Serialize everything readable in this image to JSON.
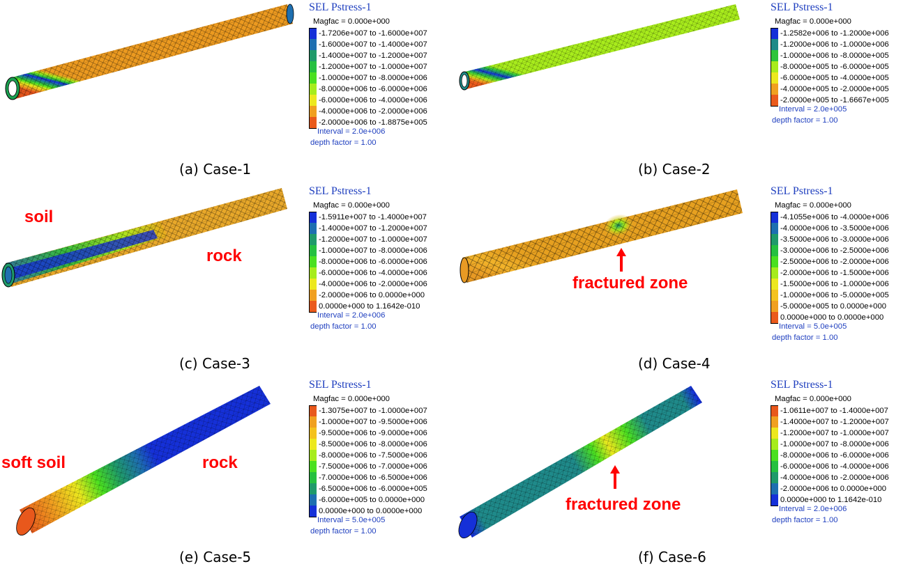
{
  "legend_title": "SEL Pstress-1",
  "magfac": "Magfac = 0.000e+000",
  "depth_factor": "depth factor = 1.00",
  "panels": [
    {
      "caption": "(a) Case-1",
      "interval": "Interval = 2.0e+006",
      "rows": [
        {
          "label": "-1.7206e+007 to -1.6000e+007",
          "color": "#1530d8"
        },
        {
          "label": "-1.6000e+007 to -1.4000e+007",
          "color": "#1e6fb0"
        },
        {
          "label": "-1.4000e+007 to -1.2000e+007",
          "color": "#1f9a6a"
        },
        {
          "label": "-1.2000e+007 to -1.0000e+007",
          "color": "#25c040"
        },
        {
          "label": "-1.0000e+007 to -8.0000e+006",
          "color": "#4ae020"
        },
        {
          "label": "-8.0000e+006 to -6.0000e+006",
          "color": "#a6ec1c"
        },
        {
          "label": "-6.0000e+006 to -4.0000e+006",
          "color": "#ece81e"
        },
        {
          "label": "-4.0000e+006 to -2.0000e+006",
          "color": "#f0a020"
        },
        {
          "label": "-2.0000e+006 to -1.8875e+005",
          "color": "#ea5a1c"
        }
      ]
    },
    {
      "caption": "(b) Case-2",
      "interval": "Interval = 2.0e+005",
      "rows": [
        {
          "label": "-1.2582e+006 to -1.2000e+006",
          "color": "#1530d8"
        },
        {
          "label": "-1.2000e+006 to -1.0000e+006",
          "color": "#1f8a88"
        },
        {
          "label": "-1.0000e+006 to -8.0000e+005",
          "color": "#2ec43a"
        },
        {
          "label": "-8.0000e+005 to -6.0000e+005",
          "color": "#a8ec1c"
        },
        {
          "label": "-6.0000e+005 to -4.0000e+005",
          "color": "#ece81e"
        },
        {
          "label": "-4.0000e+005 to -2.0000e+005",
          "color": "#f0a020"
        },
        {
          "label": "-2.0000e+005 to -1.6667e+005",
          "color": "#ea5a1c"
        }
      ]
    },
    {
      "caption": "(c) Case-3",
      "interval": "Interval = 2.0e+006",
      "annotations": [
        "soil",
        "rock"
      ],
      "rows": [
        {
          "label": "-1.5911e+007 to -1.4000e+007",
          "color": "#1530d8"
        },
        {
          "label": "-1.4000e+007 to -1.2000e+007",
          "color": "#1e6fb0"
        },
        {
          "label": "-1.2000e+007 to -1.0000e+007",
          "color": "#1f9a6a"
        },
        {
          "label": "-1.0000e+007 to -8.0000e+006",
          "color": "#25c040"
        },
        {
          "label": "-8.0000e+006 to -6.0000e+006",
          "color": "#4ae020"
        },
        {
          "label": "-6.0000e+006 to -4.0000e+006",
          "color": "#a6ec1c"
        },
        {
          "label": "-4.0000e+006 to -2.0000e+006",
          "color": "#ece81e"
        },
        {
          "label": "-2.0000e+006 to  0.0000e+000",
          "color": "#f0a020"
        },
        {
          "label": "0.0000e+000 to  1.1642e-010",
          "color": "#ea5a1c"
        }
      ]
    },
    {
      "caption": "(d) Case-4",
      "interval": "Interval = 5.0e+005",
      "annotations": [
        "fractured zone"
      ],
      "rows": [
        {
          "label": "-4.1055e+006 to -4.0000e+006",
          "color": "#1530d8"
        },
        {
          "label": "-4.0000e+006 to -3.5000e+006",
          "color": "#1e6fb0"
        },
        {
          "label": "-3.5000e+006 to -3.0000e+006",
          "color": "#1f9a6a"
        },
        {
          "label": "-3.0000e+006 to -2.5000e+006",
          "color": "#25c040"
        },
        {
          "label": "-2.5000e+006 to -2.0000e+006",
          "color": "#4ae020"
        },
        {
          "label": "-2.0000e+006 to -1.5000e+006",
          "color": "#a6ec1c"
        },
        {
          "label": "-1.5000e+006 to -1.0000e+006",
          "color": "#ece81e"
        },
        {
          "label": "-1.0000e+006 to -5.0000e+005",
          "color": "#f4c21e"
        },
        {
          "label": "-5.0000e+005 to  0.0000e+000",
          "color": "#f0a020"
        },
        {
          "label": "0.0000e+000 to  0.0000e+000",
          "color": "#ea5a1c"
        }
      ]
    },
    {
      "caption": "(e) Case-5",
      "interval": "Interval = 5.0e+005",
      "annotations": [
        "soft soil",
        "rock"
      ],
      "rows": [
        {
          "label": "-1.3075e+007 to -1.0000e+007",
          "color": "#e8581c"
        },
        {
          "label": "-1.0000e+007 to -9.5000e+006",
          "color": "#f0a020"
        },
        {
          "label": "-9.5000e+006 to -9.0000e+006",
          "color": "#f4c21e"
        },
        {
          "label": "-8.5000e+006 to -8.0000e+006",
          "color": "#ece81e"
        },
        {
          "label": "-8.0000e+006 to -7.5000e+006",
          "color": "#a6ec1c"
        },
        {
          "label": "-7.5000e+006 to -7.0000e+006",
          "color": "#4ae020"
        },
        {
          "label": "-7.0000e+006 to -6.5000e+006",
          "color": "#25c040"
        },
        {
          "label": "-6.5000e+006 to -6.0000e+005",
          "color": "#1f9a6a"
        },
        {
          "label": "-6.0000e+005 to  0.0000e+000",
          "color": "#1e6fb0"
        },
        {
          "label": "0.0000e+000 to  0.0000e+000",
          "color": "#1530d8"
        }
      ]
    },
    {
      "caption": "(f) Case-6",
      "interval": "Interval = 2.0e+006",
      "annotations": [
        "fractured zone"
      ],
      "rows": [
        {
          "label": "-1.0611e+007 to -1.4000e+007",
          "color": "#e8581c"
        },
        {
          "label": "-1.4000e+007 to -1.2000e+007",
          "color": "#f0a020"
        },
        {
          "label": "-1.2000e+007 to -1.0000e+007",
          "color": "#ece81e"
        },
        {
          "label": "-1.0000e+007 to -8.0000e+006",
          "color": "#a6ec1c"
        },
        {
          "label": "-8.0000e+006 to -6.0000e+006",
          "color": "#4ae020"
        },
        {
          "label": "-6.0000e+006 to -4.0000e+006",
          "color": "#25c040"
        },
        {
          "label": "-4.0000e+006 to -2.0000e+006",
          "color": "#1f9a6a"
        },
        {
          "label": "-2.0000e+006 to  0.0000e+000",
          "color": "#1e6fb0"
        },
        {
          "label": "0.0000e+000 to  1.1642e-010",
          "color": "#1530d8"
        }
      ]
    }
  ]
}
